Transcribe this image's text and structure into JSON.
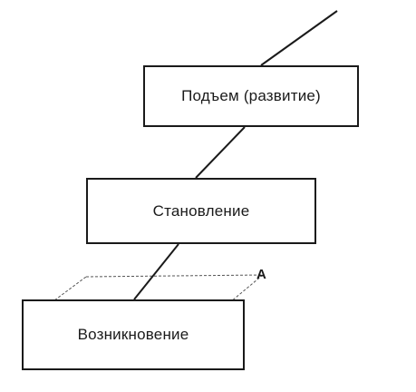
{
  "diagram": {
    "stages": [
      {
        "label": "Возникновение"
      },
      {
        "label": "Становление"
      },
      {
        "label": "Подъем (развитие)"
      }
    ],
    "plane_label": "A"
  },
  "colors": {
    "line": "#1a1a1a",
    "plane": "#555555",
    "background": "#ffffff"
  }
}
